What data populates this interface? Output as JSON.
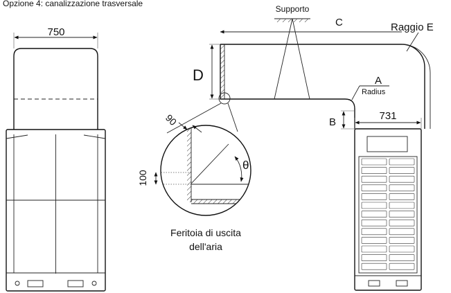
{
  "header": {
    "text": "Opzione 4: canalizzazione trasversale"
  },
  "labels": {
    "width_front": "750",
    "support": "Supporto",
    "c": "C",
    "radius_e": "Raggio E",
    "d": "D",
    "a": "A",
    "radius_en": "Radius",
    "b": "B",
    "width_side": "731",
    "gap_90": "90",
    "gap_100": "100",
    "theta": "θ"
  },
  "caption": {
    "line1": "Feritoia di uscita",
    "line2": "dell'aria"
  }
}
